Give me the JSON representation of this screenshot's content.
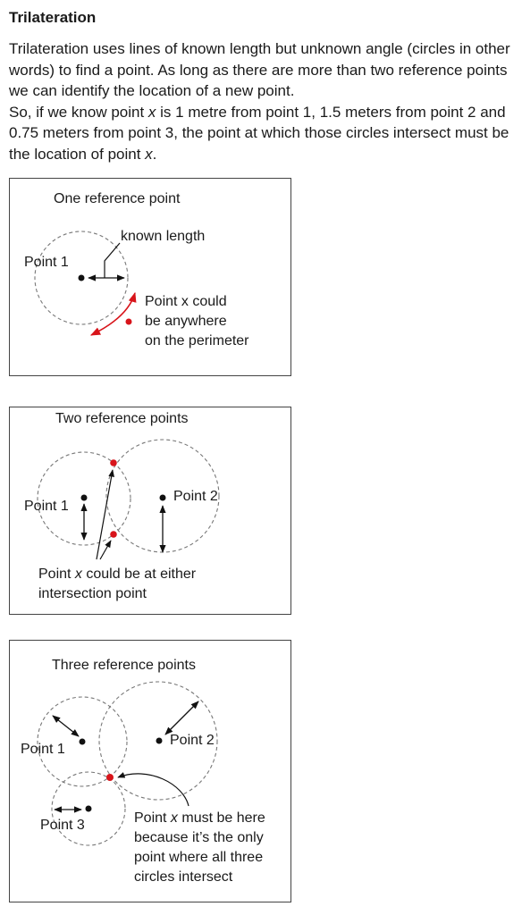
{
  "title": "Trilateration",
  "intro": {
    "paragraph1": "Trilateration uses lines of known length but unknown angle (circles in other words) to find a point. As long as there are more than two reference points we can identify the location of a new point.",
    "paragraph2_before": "So, if we know point ",
    "paragraph2_var": "x",
    "paragraph2_middle": " is 1 metre from point 1, 1.5 meters from point 2 and 0.75 meters from point 3, the point at which those circles intersect must be the location of point ",
    "paragraph2_var2": "x",
    "paragraph2_end": "."
  },
  "panels": [
    {
      "heading": "One reference point",
      "point1_label": "Point 1",
      "known_length_label": "known length",
      "caption_lines": [
        "Point x could",
        "be anywhere",
        "on the perimeter"
      ]
    },
    {
      "heading": "Two reference points",
      "point1_label": "Point 1",
      "point2_label": "Point 2",
      "caption_line1_before": "Point ",
      "caption_line1_var": "x",
      "caption_line1_after": " could be at either",
      "caption_line2": "intersection point"
    },
    {
      "heading": "Three reference points",
      "point1_label": "Point 1",
      "point2_label": "Point 2",
      "point3_label": "Point 3",
      "caption_line1_before": "Point ",
      "caption_line1_var": "x",
      "caption_line1_after": " must be here",
      "caption_lines_rest": [
        "because it’s the only",
        "point where all three",
        "circles intersect"
      ]
    }
  ],
  "colors": {
    "text": "#1a1a1a",
    "border": "#444444",
    "dashed_circle": "#777777",
    "point": "#111111",
    "highlight": "#d8141a"
  }
}
